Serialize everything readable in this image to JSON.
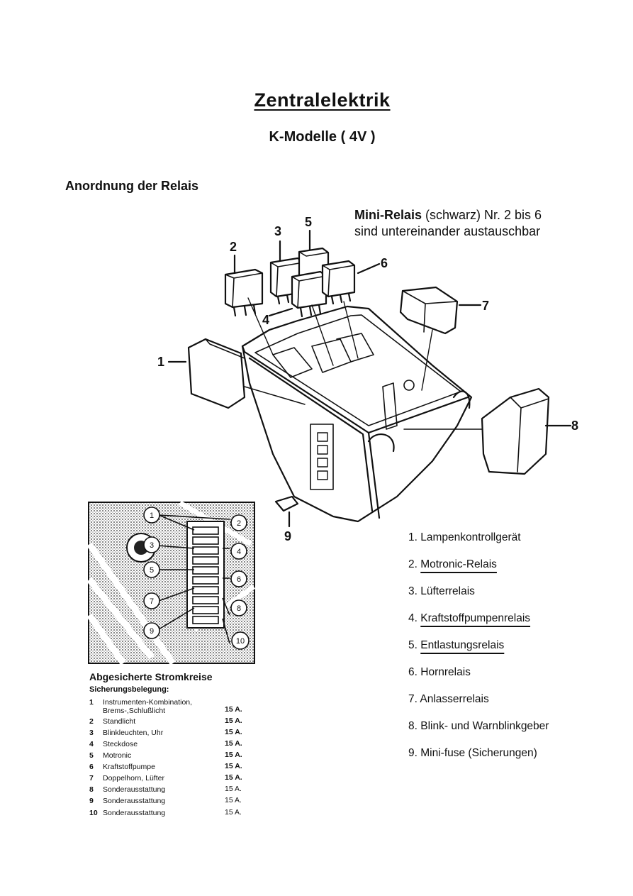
{
  "title": "Zentralelektrik",
  "subtitle": "K-Modelle ( 4V )",
  "section_heading": "Anordnung der Relais",
  "mini_relais_note": {
    "bold": "Mini-Relais",
    "rest_line1": " (schwarz) Nr. 2 bis 6",
    "line2": "sind untereinander austauschbar"
  },
  "diagram_labels": [
    "1",
    "2",
    "3",
    "4",
    "5",
    "6",
    "7",
    "8",
    "9"
  ],
  "legend": [
    {
      "number": "1.",
      "text": "Lampenkontrollgerät",
      "underlined": false
    },
    {
      "number": "2.",
      "text": "Motronic-Relais",
      "underlined": true
    },
    {
      "number": "3.",
      "text": "Lüfterrelais",
      "underlined": false
    },
    {
      "number": "4.",
      "text": "Kraftstoffpumpenrelais",
      "underlined": true
    },
    {
      "number": "5.",
      "text": "Entlastungsrelais",
      "underlined": true
    },
    {
      "number": "6.",
      "text": "Hornrelais",
      "underlined": false
    },
    {
      "number": "7.",
      "text": "Anlasserrelais",
      "underlined": false
    },
    {
      "number": "8.",
      "text": "Blink- und Warnblinkgeber",
      "underlined": false
    },
    {
      "number": "9.",
      "text": "Mini-fuse (Sicherungen)",
      "underlined": false
    }
  ],
  "fuse_photo_callouts": [
    "1",
    "2",
    "3",
    "4",
    "5",
    "6",
    "7",
    "8",
    "9",
    "10"
  ],
  "fuse_table": {
    "heading": "Abgesicherte Stromkreise",
    "subheading": "Sicherungsbelegung:",
    "rows": [
      {
        "no": "1",
        "circuit": "Instrumenten-Kombination,",
        "circuit2": "Brems-,Schlußlicht",
        "amps": "15 A."
      },
      {
        "no": "2",
        "circuit": "Standlicht",
        "amps": "15 A."
      },
      {
        "no": "3",
        "circuit": "Blinkleuchten, Uhr",
        "amps": "15 A."
      },
      {
        "no": "4",
        "circuit": "Steckdose",
        "amps": "15 A."
      },
      {
        "no": "5",
        "circuit": "Motronic",
        "amps": "15 A."
      },
      {
        "no": "6",
        "circuit": "Kraftstoffpumpe",
        "amps": "15 A."
      },
      {
        "no": "7",
        "circuit": "Doppelhorn, Lüfter",
        "amps": "15 A."
      },
      {
        "no": "8",
        "circuit": "Sonderausstattung",
        "amps": "15 A."
      },
      {
        "no": "9",
        "circuit": "Sonderausstattung",
        "amps": "15 A."
      },
      {
        "no": "10",
        "circuit": "Sonderausstattung",
        "amps": "15 A."
      }
    ]
  }
}
